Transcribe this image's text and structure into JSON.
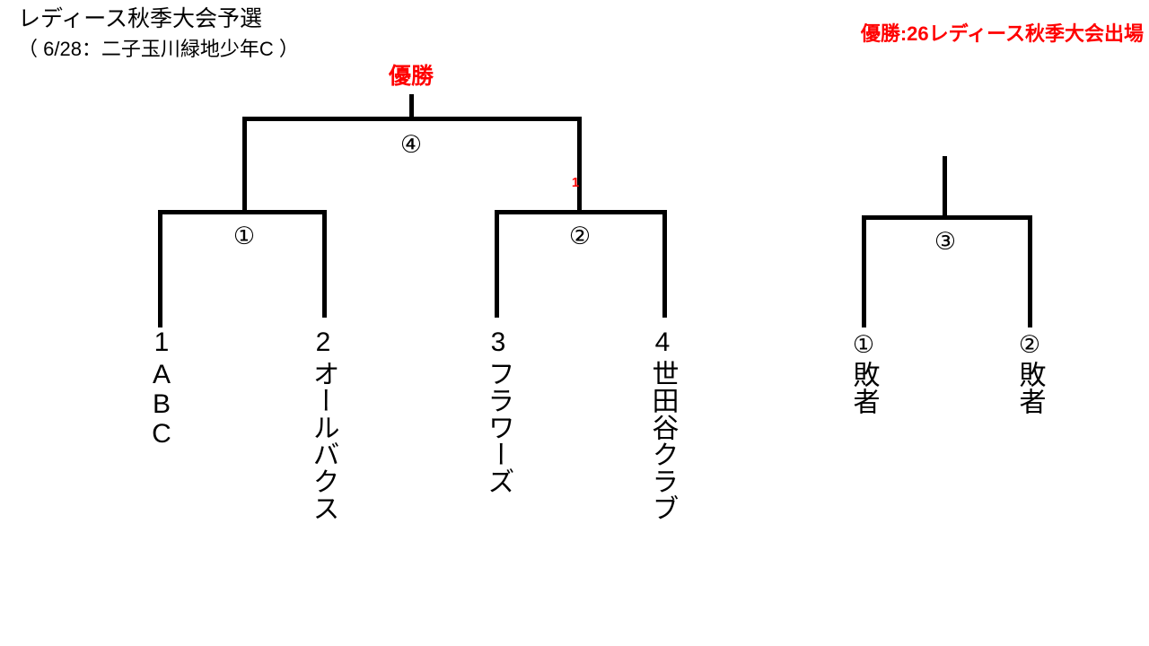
{
  "header": {
    "title": "レディース秋季大会予選",
    "subtitle": "（ 6/28：二子玉川緑地少年C ）",
    "prize_note": "優勝:26レディース秋季大会出場",
    "accent_color": "#ff0000",
    "line_color": "#000000"
  },
  "bracket": {
    "champion_label": "優勝",
    "final": {
      "match_no": "④"
    },
    "semifinals": [
      {
        "match_no": "①"
      },
      {
        "match_no": "②",
        "line_note": "1"
      }
    ],
    "consolation": {
      "match_no": "③",
      "entries": [
        {
          "seed": "①",
          "name": "敗者"
        },
        {
          "seed": "②",
          "name": "敗者"
        }
      ]
    },
    "teams": [
      {
        "seed": "1",
        "name": "ABC"
      },
      {
        "seed": "2",
        "name": "オールバクス"
      },
      {
        "seed": "3",
        "name": "フラワーズ"
      },
      {
        "seed": "4",
        "name": "世田谷クラブ"
      }
    ]
  }
}
